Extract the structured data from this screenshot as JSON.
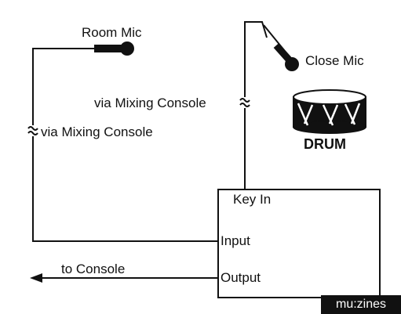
{
  "labels": {
    "room_mic": "Room Mic",
    "close_mic": "Close Mic",
    "drum": "DRUM",
    "via_mixing_console_top": "via Mixing Console",
    "via_mixing_console_left": "via Mixing Console",
    "key_in": "Key In",
    "input": "Input",
    "output": "Output",
    "to_console": "to Console"
  },
  "watermark": "mu:zines",
  "colors": {
    "ink": "#111111",
    "background": "#ffffff"
  }
}
